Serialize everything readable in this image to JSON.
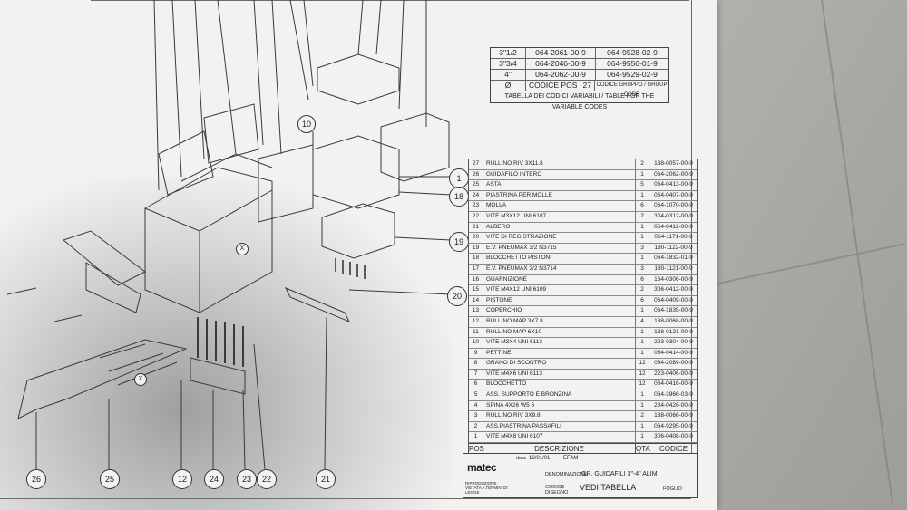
{
  "variable_table": {
    "rows": [
      {
        "size": "3\"1/2",
        "code_pos": "064-2061-00-9",
        "group_code": "064-9528-02-9"
      },
      {
        "size": "3\"3/4",
        "code_pos": "064-2046-00-9",
        "group_code": "064-9556-01-9"
      },
      {
        "size": "4\"",
        "code_pos": "064-2062-00-9",
        "group_code": "064-9529-02-9"
      }
    ],
    "header": {
      "symbol": "Ø",
      "code_label": "CODICE POS",
      "code_pos_number": "27",
      "group_label": "CODICE GRUPPO / GROUP CODE"
    },
    "caption": "TABELLA DEI CODICI VARIABILI / TABLE FOR THE VARIABLE CODES"
  },
  "parts_list": {
    "rows": [
      {
        "pos": "27",
        "desc": "RULLINO RIV 3X11.8",
        "qta": "2",
        "code": "138-0057-00-9"
      },
      {
        "pos": "26",
        "desc": "GUIDAFILO INTERO",
        "qta": "1",
        "code": "064-2062-00-9"
      },
      {
        "pos": "25",
        "desc": "ASTA",
        "qta": "5",
        "code": "064-0413-00-9"
      },
      {
        "pos": "24",
        "desc": "PIASTRINA PER MOLLE",
        "qta": "1",
        "code": "064-0407-00-9"
      },
      {
        "pos": "23",
        "desc": "MOLLA",
        "qta": "6",
        "code": "064-1070-00-9"
      },
      {
        "pos": "22",
        "desc": "VITE M3X12 UNI 6107",
        "qta": "2",
        "code": "304-0312-00-9"
      },
      {
        "pos": "21",
        "desc": "ALBERO",
        "qta": "1",
        "code": "064-0412-00-9"
      },
      {
        "pos": "20",
        "desc": "VITE DI REGISTRAZIONE",
        "qta": "1",
        "code": "064-1171-00-9"
      },
      {
        "pos": "19",
        "desc": "E.V. PNEUMAX 3/2 N3715",
        "qta": "3",
        "code": "180-1122-00-9"
      },
      {
        "pos": "18",
        "desc": "BLOCCHETTO PISTONI",
        "qta": "1",
        "code": "064-1832-01-9"
      },
      {
        "pos": "17",
        "desc": "E.V. PNEUMAX 3/2 N3714",
        "qta": "3",
        "code": "180-1121-00-9"
      },
      {
        "pos": "16",
        "desc": "GUARNIZIONE",
        "qta": "6",
        "code": "164-0306-00-9"
      },
      {
        "pos": "15",
        "desc": "VITE M4X12 UNI 6109",
        "qta": "2",
        "code": "306-0412-00-9"
      },
      {
        "pos": "14",
        "desc": "PISTONE",
        "qta": "6",
        "code": "064-0409-00-9"
      },
      {
        "pos": "13",
        "desc": "COPERCHIO",
        "qta": "1",
        "code": "064-1835-00-9"
      },
      {
        "pos": "12",
        "desc": "RULLINO MAP 3X7.8",
        "qta": "4",
        "code": "138-0068-00-9"
      },
      {
        "pos": "11",
        "desc": "RULLINO MAP 6X10",
        "qta": "1",
        "code": "138-0121-00-9"
      },
      {
        "pos": "10",
        "desc": "VITE M3X4 UNI 6113",
        "qta": "1",
        "code": "223-0304-00-9"
      },
      {
        "pos": "9",
        "desc": "PETTINE",
        "qta": "1",
        "code": "064-0414-00-9"
      },
      {
        "pos": "8",
        "desc": "GRANO DI SCONTRO",
        "qta": "12",
        "code": "064-2089-00-9"
      },
      {
        "pos": "7",
        "desc": "VITE M4X6 UNI 6113",
        "qta": "12",
        "code": "223-0406-00-9"
      },
      {
        "pos": "6",
        "desc": "BLOCCHETTO",
        "qta": "12",
        "code": "064-0416-00-9"
      },
      {
        "pos": "5",
        "desc": "ASS. SUPPORTO E BRONZINA",
        "qta": "1",
        "code": "064-3966-03-9"
      },
      {
        "pos": "4",
        "desc": "SPINA 4X26 W5 6",
        "qta": "1",
        "code": "284-0426-00-9"
      },
      {
        "pos": "3",
        "desc": "RULLINO RIV 3X9.8",
        "qta": "2",
        "code": "138-0066-00-9"
      },
      {
        "pos": "2",
        "desc": "ASS.PIASTRINA PASSAFILI",
        "qta": "1",
        "code": "064-9295-00-9"
      },
      {
        "pos": "1",
        "desc": "VITE M4X8 UNI 6107",
        "qta": "1",
        "code": "306-0408-00-9"
      }
    ],
    "header": {
      "pos": "POS",
      "desc": "DESCRIZIONE",
      "qta": "QTA",
      "code": "CODICE"
    }
  },
  "title_block": {
    "logo": "matec",
    "data_label": "data",
    "data_value": "16/01/01",
    "dis_value": "EFAM",
    "denominazione_label": "DENOMINAZIONE",
    "denominazione_value": "GR. GUIDAFILI 3\"-4\" ALIM.",
    "codice_label": "CODICE DISEGNO",
    "codice_value": "VEDI TABELLA",
    "foglio_label": "FOGLIO",
    "riproduzione": "RIPRODUZIONE VIETATA A TERMINI DI LEGGE"
  },
  "callouts": [
    "10",
    "1",
    "18",
    "19",
    "20",
    "26",
    "25",
    "12",
    "24",
    "23",
    "22",
    "21",
    "X",
    "X"
  ]
}
